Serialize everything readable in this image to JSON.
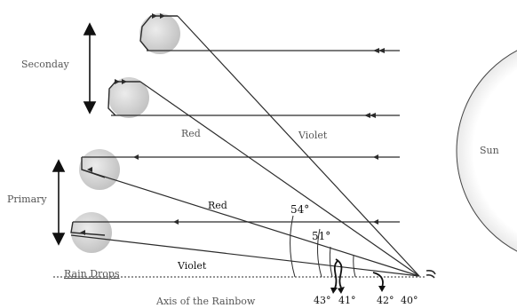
{
  "labels": {
    "secondary": "Seconday",
    "primary": "Primary",
    "red_upper": "Red",
    "violet_upper": "Violet",
    "red_lower": "Red",
    "violet_lower": "Violet",
    "rain_drops": "Rain Drops",
    "axis": "Axis of the Rainbow",
    "sun": "Sun"
  },
  "angles": {
    "a54": "54°",
    "a51": "51°",
    "a43": "43°",
    "a41": "41°",
    "a42": "42°",
    "a40": "40°"
  },
  "colors": {
    "line": "#2b2b2b",
    "drop_fill": "#cfcfcf",
    "text_soft": "#555555",
    "text_dark": "#111111"
  }
}
